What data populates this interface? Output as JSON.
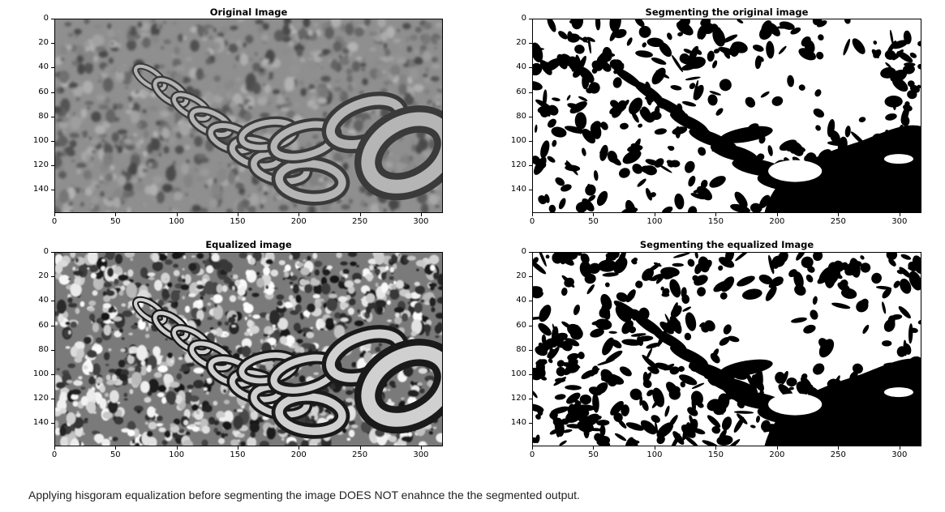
{
  "panels": [
    {
      "id": "p1",
      "title": "Original Image",
      "kind": "gray",
      "equalized": false
    },
    {
      "id": "p2",
      "title": "Segmenting the original image",
      "kind": "binary",
      "equalized": false
    },
    {
      "id": "p3",
      "title": "Equalized image",
      "kind": "gray",
      "equalized": true
    },
    {
      "id": "p4",
      "title": "Segmenting the equalized Image",
      "kind": "binary",
      "equalized": true
    }
  ],
  "axes": {
    "y_ticks": [
      0,
      20,
      40,
      60,
      80,
      100,
      120,
      140
    ],
    "x_ticks": [
      0,
      50,
      100,
      150,
      200,
      250,
      300
    ],
    "x_range": [
      0,
      318
    ],
    "y_range": [
      0,
      159
    ]
  },
  "caption": "Applying hisgoram equalization before segmenting the image DOES NOT enahnce the the segmented output."
}
